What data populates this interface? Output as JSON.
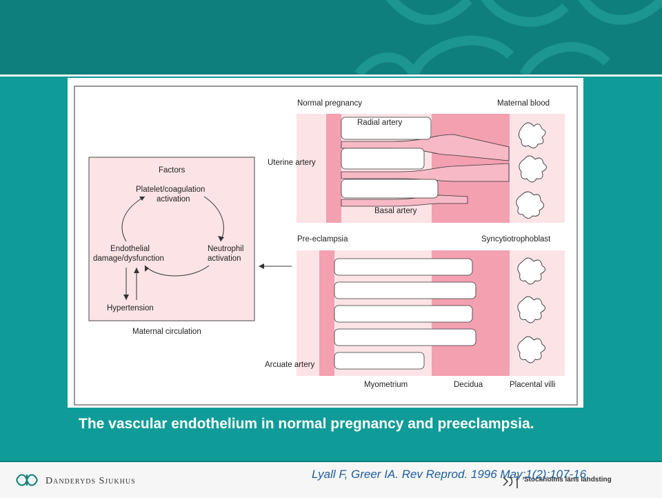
{
  "caption": "The vascular endothelium in normal pregnancy and preeclampsia.",
  "citation": "Lyall F, Greer IA.  Rev Reprod. 1996 May;1(2):107-16.",
  "footer": {
    "hospital": "Danderyds Sjukhus",
    "council": "Stockholms läns landsting"
  },
  "diagram": {
    "factors_box": {
      "title": "Factors",
      "platelet_line1": "Platelet/coagulation",
      "platelet_line2": "activation",
      "endothelial_line1": "Endothelial",
      "endothelial_line2": "damage/dysfunction",
      "neutrophil_line1": "Neutrophil",
      "neutrophil_line2": "activation",
      "hypertension": "Hypertension",
      "maternal_circulation": "Maternal circulation"
    },
    "normal": {
      "title": "Normal pregnancy",
      "maternal_blood": "Maternal blood",
      "radial_artery": "Radial artery",
      "uterine_artery": "Uterine artery",
      "basal_artery": "Basal artery"
    },
    "preeclampsia": {
      "title": "Pre-eclampsia",
      "syncytiotrophoblast": "Syncytiotrophoblast",
      "arcuate_artery": "Arcuate artery"
    },
    "bottom_labels": {
      "myometrium": "Myometrium",
      "decidua": "Decidua",
      "placental_villi": "Placental villi"
    }
  },
  "colors": {
    "teal_dark": "#0e7f7c",
    "teal": "#0f9c98",
    "myometrium_pink": "#fbe3e6",
    "decidua_pink": "#f3a0b1",
    "citation_blue": "#1b5e9e"
  }
}
